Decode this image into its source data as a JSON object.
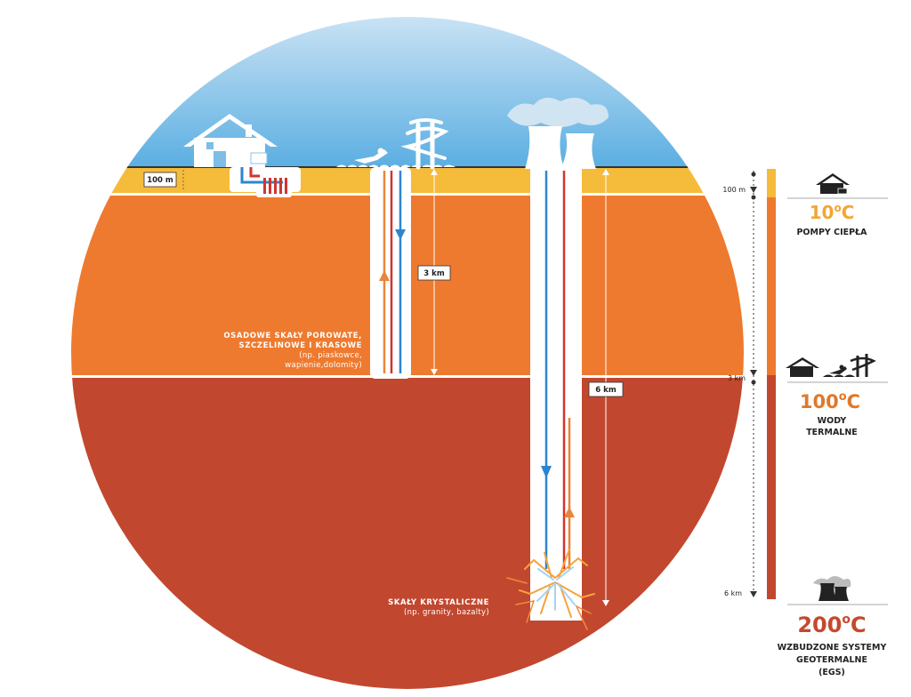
{
  "labels": {
    "depth_100m_box": "100 m",
    "depth_3km_box": "3 km",
    "depth_6km_box": "6 km",
    "sedimentary_line1": "OSADOWE SKAŁY POROWATE,",
    "sedimentary_line2": "SZCZELINOWE I KRASOWE",
    "sedimentary_line3": "(np. piaskowce,",
    "sedimentary_line4": "wapienie,dolomity)",
    "crystalline_line1": "SKAŁY KRYSTALICZNE",
    "crystalline_line2": "(np. granity, bazalty)"
  },
  "scale": {
    "mark_100m": "100 m",
    "mark_3km": "3 km",
    "mark_6km": "6 km"
  },
  "legend": [
    {
      "temp": "10",
      "unit": "C",
      "lines": [
        "POMPY CIEPŁA"
      ]
    },
    {
      "temp": "100",
      "unit": "C",
      "lines": [
        "WODY",
        "TERMALNE"
      ]
    },
    {
      "temp": "200",
      "unit": "C",
      "lines": [
        "WZBUDZONE SYSTEMY",
        "GEOTERMALNE",
        "(EGS)"
      ]
    }
  ],
  "colors": {
    "sky_top": "#c9e2f4",
    "sky_bottom": "#5aaee2",
    "soil": "#f5bb3b",
    "sedimentary": "#ee7a2f",
    "crystalline": "#c2472f",
    "hot_pipe": "#d1342f",
    "cold_pipe": "#2c86cf",
    "warm_pipe": "#e8853a"
  },
  "icons": [
    "house-icon",
    "swimming-pool-icon",
    "water-slide-icon",
    "power-plant-icon",
    "fracture-icon"
  ]
}
